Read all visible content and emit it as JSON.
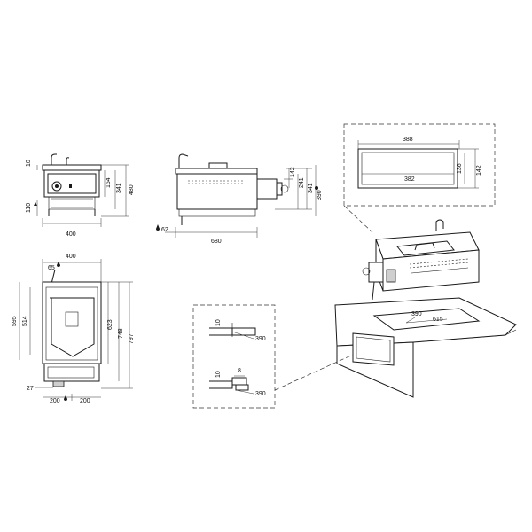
{
  "front_view": {
    "height_top_label": "10",
    "width_label": "400",
    "height_154": "154",
    "height_341": "341",
    "height_480": "480",
    "height_110": "110"
  },
  "side_view": {
    "dim_142": "142",
    "dim_241": "241",
    "dim_341": "341",
    "dim_390": "390",
    "dim_680": "680",
    "dim_62": "62"
  },
  "top_view": {
    "width_label": "400",
    "dim_65": "65",
    "dim_595": "595",
    "dim_514": "514",
    "dim_623": "623",
    "dim_748": "748",
    "dim_797": "797",
    "dim_27": "27",
    "dim_200_left": "200",
    "dim_200_right": "200"
  },
  "cutout_detail": {
    "dim_388": "388",
    "dim_382": "382",
    "dim_136": "136",
    "dim_142": "142"
  },
  "section_detail": {
    "top_dim_10": "10",
    "top_dim_390": "390",
    "bottom_dim_10": "10",
    "bottom_dim_8": "8",
    "bottom_dim_390": "390"
  },
  "install_view": {
    "dim_390": "390",
    "dim_615": "615"
  }
}
